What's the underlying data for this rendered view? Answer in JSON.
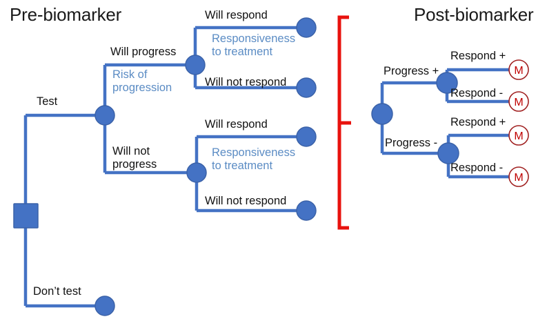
{
  "diagram": {
    "type": "decision-tree",
    "titles": {
      "left": "Pre-biomarker",
      "right": "Post-biomarker"
    },
    "colors": {
      "branch_blue": "#4472C4",
      "node_fill": "#4472C4",
      "node_stroke": "#3B62A8",
      "label_blue": "#5B8CC4",
      "label_black": "#111111",
      "bracket_red": "#E8120E",
      "marker_red": "#C00000",
      "background": "#FFFFFF"
    },
    "left_tree": {
      "root_node": {
        "shape": "square",
        "name": "decision-node"
      },
      "branches": [
        {
          "id": "test",
          "label": "Test"
        },
        {
          "id": "dont-test",
          "label": "Don’t test"
        }
      ],
      "chance_labels": [
        {
          "id": "risk-of-progression",
          "text": "Risk of\nprogression",
          "line1": "Risk of",
          "line2": "progression"
        },
        {
          "id": "responsiveness-upper",
          "line1": "Responsiveness",
          "line2": "to treatment"
        },
        {
          "id": "responsiveness-lower",
          "line1": "Responsiveness",
          "line2": "to treatment"
        }
      ],
      "outcome_labels": [
        {
          "id": "will-progress",
          "text": "Will progress"
        },
        {
          "id": "will-not-progress-l1",
          "text": "Will not"
        },
        {
          "id": "will-not-progress-l2",
          "text": "progress"
        },
        {
          "id": "will-respond-top",
          "text": "Will respond"
        },
        {
          "id": "will-not-respond-top",
          "text": "Will not respond"
        },
        {
          "id": "will-respond-bottom",
          "text": "Will respond"
        },
        {
          "id": "will-not-respond-bottom",
          "text": "Will not respond"
        }
      ]
    },
    "right_tree": {
      "branch_labels": [
        {
          "id": "progress-plus",
          "text": "Progress +"
        },
        {
          "id": "progress-minus",
          "text": "Progress -"
        }
      ],
      "outcome_labels": [
        {
          "id": "respond-plus-1",
          "text": "Respond +"
        },
        {
          "id": "respond-minus-1",
          "text": "Respond -"
        },
        {
          "id": "respond-plus-2",
          "text": "Respond +"
        },
        {
          "id": "respond-minus-2",
          "text": "Respond -"
        }
      ],
      "markers": [
        {
          "id": "marker-1",
          "text": "M"
        },
        {
          "id": "marker-2",
          "text": "M"
        },
        {
          "id": "marker-3",
          "text": "M"
        },
        {
          "id": "marker-4",
          "text": "M"
        }
      ]
    },
    "bracket": {
      "id": "red-bracket",
      "orientation": "left-facing",
      "spans": "all four pre-biomarker terminal outcomes"
    }
  }
}
